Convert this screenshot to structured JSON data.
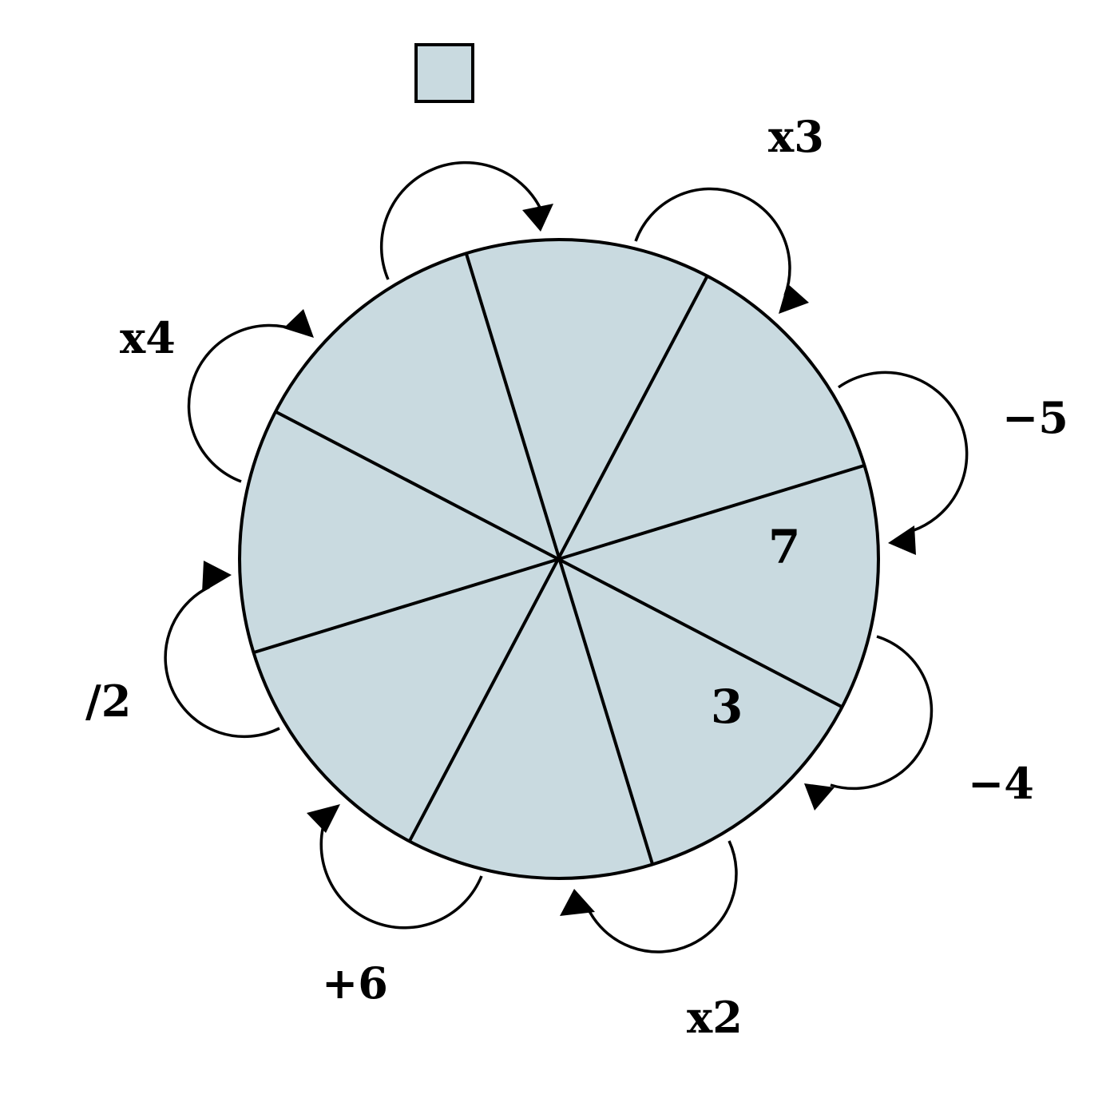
{
  "diagram": {
    "fill_color": "#c9dae0",
    "answer_box": {
      "value": ""
    },
    "operations": [
      {
        "id": "op-times-3",
        "label": "x3"
      },
      {
        "id": "op-minus-5",
        "label": "−5"
      },
      {
        "id": "op-minus-4",
        "label": "−4"
      },
      {
        "id": "op-times-2",
        "label": "x2"
      },
      {
        "id": "op-plus-6",
        "label": "+6"
      },
      {
        "id": "op-divide-2",
        "label": "/2"
      },
      {
        "id": "op-times-4",
        "label": "x4"
      }
    ],
    "sectors": [
      {
        "id": "sector-right",
        "value": "7"
      },
      {
        "id": "sector-lower-right",
        "value": "3"
      }
    ]
  }
}
